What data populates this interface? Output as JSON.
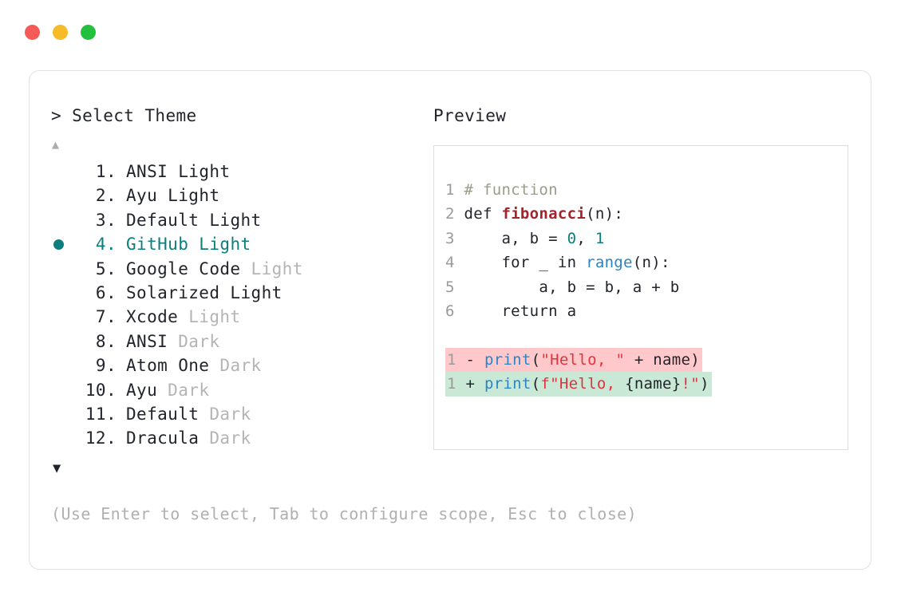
{
  "window": {
    "buttons": [
      {
        "name": "close",
        "color": "#f45b57"
      },
      {
        "name": "minimize",
        "color": "#f5bb29"
      },
      {
        "name": "maximize",
        "color": "#22c03c"
      }
    ]
  },
  "accent_color": "#0d7d7d",
  "picker": {
    "prompt": "> Select Theme",
    "scroll_up": "▲",
    "scroll_down": "▼",
    "selected_index": 4,
    "items": [
      {
        "index": "1",
        "label": "ANSI",
        "suffix": "Light",
        "suffix_dim": false
      },
      {
        "index": "2",
        "label": "Ayu",
        "suffix": "Light",
        "suffix_dim": false
      },
      {
        "index": "3",
        "label": "Default",
        "suffix": "Light",
        "suffix_dim": false
      },
      {
        "index": "4",
        "label": "GitHub",
        "suffix": "Light",
        "suffix_dim": false
      },
      {
        "index": "5",
        "label": "Google Code",
        "suffix": "Light",
        "suffix_dim": true
      },
      {
        "index": "6",
        "label": "Solarized",
        "suffix": "Light",
        "suffix_dim": false
      },
      {
        "index": "7",
        "label": "Xcode",
        "suffix": "Light",
        "suffix_dim": true
      },
      {
        "index": "8",
        "label": "ANSI",
        "suffix": "Dark",
        "suffix_dim": true
      },
      {
        "index": "9",
        "label": "Atom One",
        "suffix": "Dark",
        "suffix_dim": true
      },
      {
        "index": "10",
        "label": "Ayu",
        "suffix": "Dark",
        "suffix_dim": true
      },
      {
        "index": "11",
        "label": "Default",
        "suffix": "Dark",
        "suffix_dim": true
      },
      {
        "index": "12",
        "label": "Dracula",
        "suffix": "Dark",
        "suffix_dim": true
      }
    ]
  },
  "preview": {
    "header": "Preview",
    "code_lines": [
      {
        "gutter": "1",
        "tokens": [
          {
            "t": "# function",
            "c": "comment"
          }
        ]
      },
      {
        "gutter": "2",
        "tokens": [
          {
            "t": "def ",
            "c": "plain"
          },
          {
            "t": "fibonacci",
            "c": "fn"
          },
          {
            "t": "(n):",
            "c": "plain"
          }
        ]
      },
      {
        "gutter": "3",
        "tokens": [
          {
            "t": "    a, b = ",
            "c": "plain"
          },
          {
            "t": "0",
            "c": "num"
          },
          {
            "t": ", ",
            "c": "plain"
          },
          {
            "t": "1",
            "c": "num"
          }
        ]
      },
      {
        "gutter": "4",
        "tokens": [
          {
            "t": "    for _ in ",
            "c": "plain"
          },
          {
            "t": "range",
            "c": "builtin"
          },
          {
            "t": "(n):",
            "c": "plain"
          }
        ]
      },
      {
        "gutter": "5",
        "tokens": [
          {
            "t": "        a, b = b, a + b",
            "c": "plain"
          }
        ]
      },
      {
        "gutter": "6",
        "tokens": [
          {
            "t": "    return a",
            "c": "plain"
          }
        ]
      }
    ],
    "diff_lines": [
      {
        "gutter": "1",
        "sign": "-",
        "kind": "del",
        "tokens": [
          {
            "t": "print",
            "c": "builtin"
          },
          {
            "t": "(",
            "c": "plain"
          },
          {
            "t": "\"Hello, \"",
            "c": "str"
          },
          {
            "t": " + name)",
            "c": "plain"
          }
        ]
      },
      {
        "gutter": "1",
        "sign": "+",
        "kind": "add",
        "tokens": [
          {
            "t": "print",
            "c": "builtin"
          },
          {
            "t": "(",
            "c": "plain"
          },
          {
            "t": "f\"Hello, ",
            "c": "str"
          },
          {
            "t": "{name}",
            "c": "plain"
          },
          {
            "t": "!\"",
            "c": "str"
          },
          {
            "t": ")",
            "c": "plain"
          }
        ]
      }
    ]
  },
  "hint": "(Use Enter to select, Tab to configure scope, Esc to close)"
}
